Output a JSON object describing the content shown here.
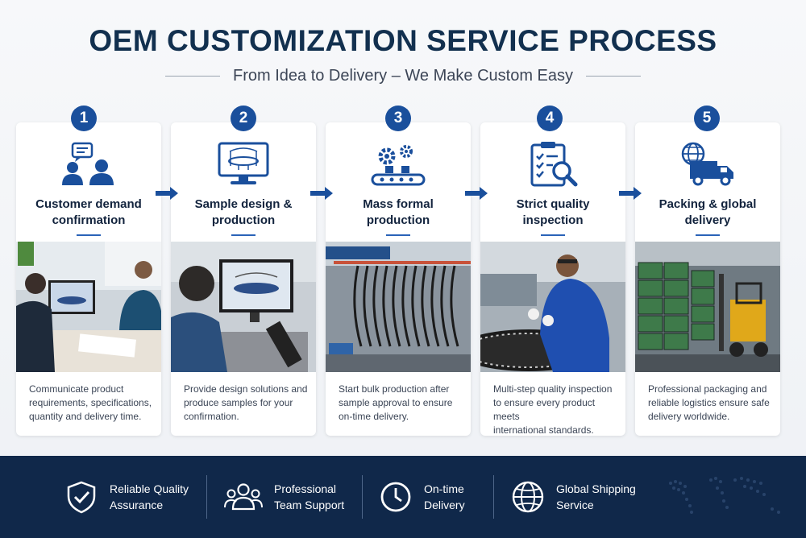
{
  "header": {
    "title": "OEM CUSTOMIZATION SERVICE PROCESS",
    "subtitle": "From Idea to Delivery – We Make Custom Easy"
  },
  "steps": [
    {
      "number": "1",
      "title_line1": "Customer demand",
      "title_line2": "confirmation",
      "icon": "consultation-icon",
      "desc_lines": [
        "Communicate product",
        "requirements, specifications,",
        "quantity and delivery time."
      ]
    },
    {
      "number": "2",
      "title_line1": "Sample design &",
      "title_line2": "production",
      "icon": "monitor-trampoline-icon",
      "desc_lines": [
        "Provide design solutions and",
        "produce samples for your",
        "confirmation."
      ]
    },
    {
      "number": "3",
      "title_line1": "Mass formal",
      "title_line2": "production",
      "icon": "gears-conveyor-icon",
      "desc_lines": [
        "Start bulk production after",
        "sample approval to ensure",
        "on-time delivery."
      ]
    },
    {
      "number": "4",
      "title_line1": "Strict quality",
      "title_line2": "inspection",
      "icon": "clipboard-magnifier-icon",
      "desc_lines": [
        "Multi-step quality inspection",
        "to ensure every product meets",
        "international standards."
      ]
    },
    {
      "number": "5",
      "title_line1": "Packing & global",
      "title_line2": "delivery",
      "icon": "globe-truck-icon",
      "desc_lines": [
        "Professional packaging and",
        "reliable logistics ensure safe",
        "delivery worldwide."
      ]
    }
  ],
  "features": [
    {
      "icon": "shield-check-icon",
      "line1": "Reliable Quality",
      "line2": "Assurance"
    },
    {
      "icon": "team-icon",
      "line1": "Professional",
      "line2": "Team Support"
    },
    {
      "icon": "clock-icon",
      "line1": "On-time",
      "line2": "Delivery"
    },
    {
      "icon": "globe-icon",
      "line1": "Global Shipping",
      "line2": "Service"
    }
  ],
  "colors": {
    "navy": "#10284a",
    "accent_blue": "#1a4f9c",
    "card_bg": "#ffffff"
  }
}
